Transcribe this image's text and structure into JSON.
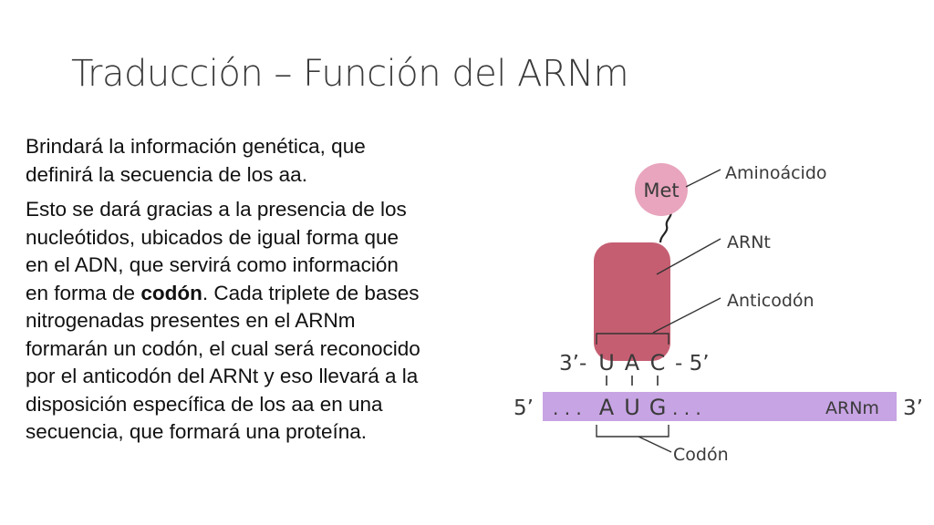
{
  "slide": {
    "title": "Traducción – Función del ARNm",
    "paragraphs": [
      {
        "lines": [
          "Brindará la información genética, que",
          "definirá la secuencia de los aa."
        ]
      },
      {
        "lines": [
          "Esto se dará gracias a la presencia de los",
          "nucleótidos, ubicados de igual forma que",
          "en el ADN, que servirá como información"
        ],
        "mixed_line": {
          "before": "en forma de ",
          "bold": "codón",
          "after": ". Cada triplete de bases"
        },
        "lines_after": [
          "nitrogenadas presentes en el ARNm",
          "formarán un codón, el cual será reconocido",
          "por el anticodón del ARNt y eso llevará a la",
          "disposición específica de los aa en una",
          "secuencia, que formará una proteína."
        ]
      }
    ]
  },
  "diagram": {
    "amino_acid": "Met",
    "labels": {
      "amino_acid": "Aminoácido",
      "trna": "ARNt",
      "anticodon": "Anticodón",
      "mrna": "ARNm",
      "codon": "Codón"
    },
    "anticodon": {
      "left_end": "3’-",
      "bases": [
        "U",
        "A",
        "C"
      ],
      "right_end": "- 5’"
    },
    "mrna_strand": {
      "left_end": "5’",
      "leading_dots": ". . .",
      "bases": [
        "A",
        "U",
        "G"
      ],
      "trailing_dots": ". . .",
      "right_end": "3’"
    },
    "colors": {
      "trna_body": "#c65e72",
      "met_circle": "#e8a5bd",
      "mrna_bar": "#c7a4e3",
      "text": "#3a3a3a"
    }
  }
}
